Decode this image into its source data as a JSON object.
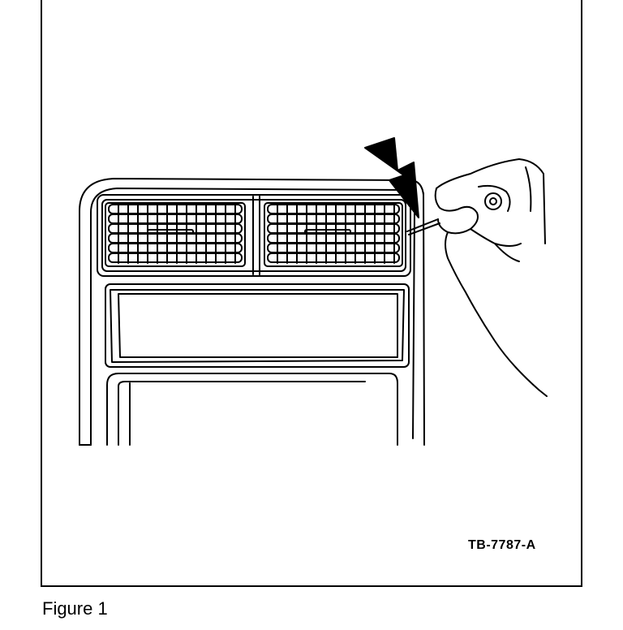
{
  "figure": {
    "drawing_code": "TB-7787-A",
    "caption": "Figure 1"
  },
  "diagram": {
    "subject": "instrument-panel-center-bezel",
    "parts": [
      "air-vent-louver-left",
      "air-vent-louver-right",
      "bezel-opening-upper",
      "bezel-opening-lower",
      "hand",
      "removal-tool",
      "arrow"
    ],
    "colors": {
      "ink": "#000000",
      "paper": "#ffffff"
    }
  }
}
